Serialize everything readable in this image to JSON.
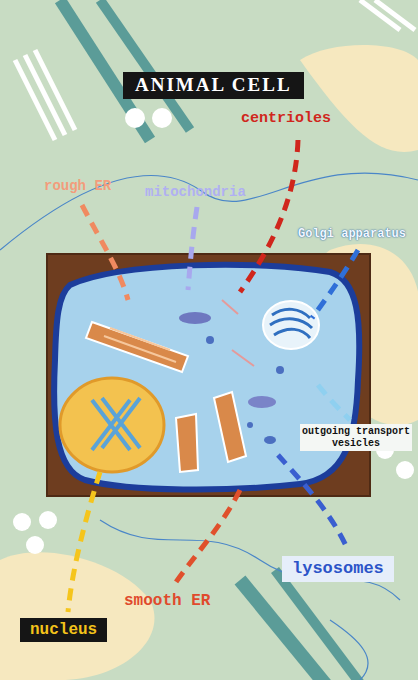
{
  "diagram": {
    "title": "ANIMAL CELL",
    "nodes": [
      {
        "text": [
          "lysosomes"
        ]
      },
      {
        "text": [
          "nucleus"
        ]
      }
    ],
    "labels": [
      "centrioles",
      "rough ER",
      "mitochondria",
      "Golgi apparatus",
      "outgoing transport vesicles",
      "smooth ER"
    ]
  }
}
